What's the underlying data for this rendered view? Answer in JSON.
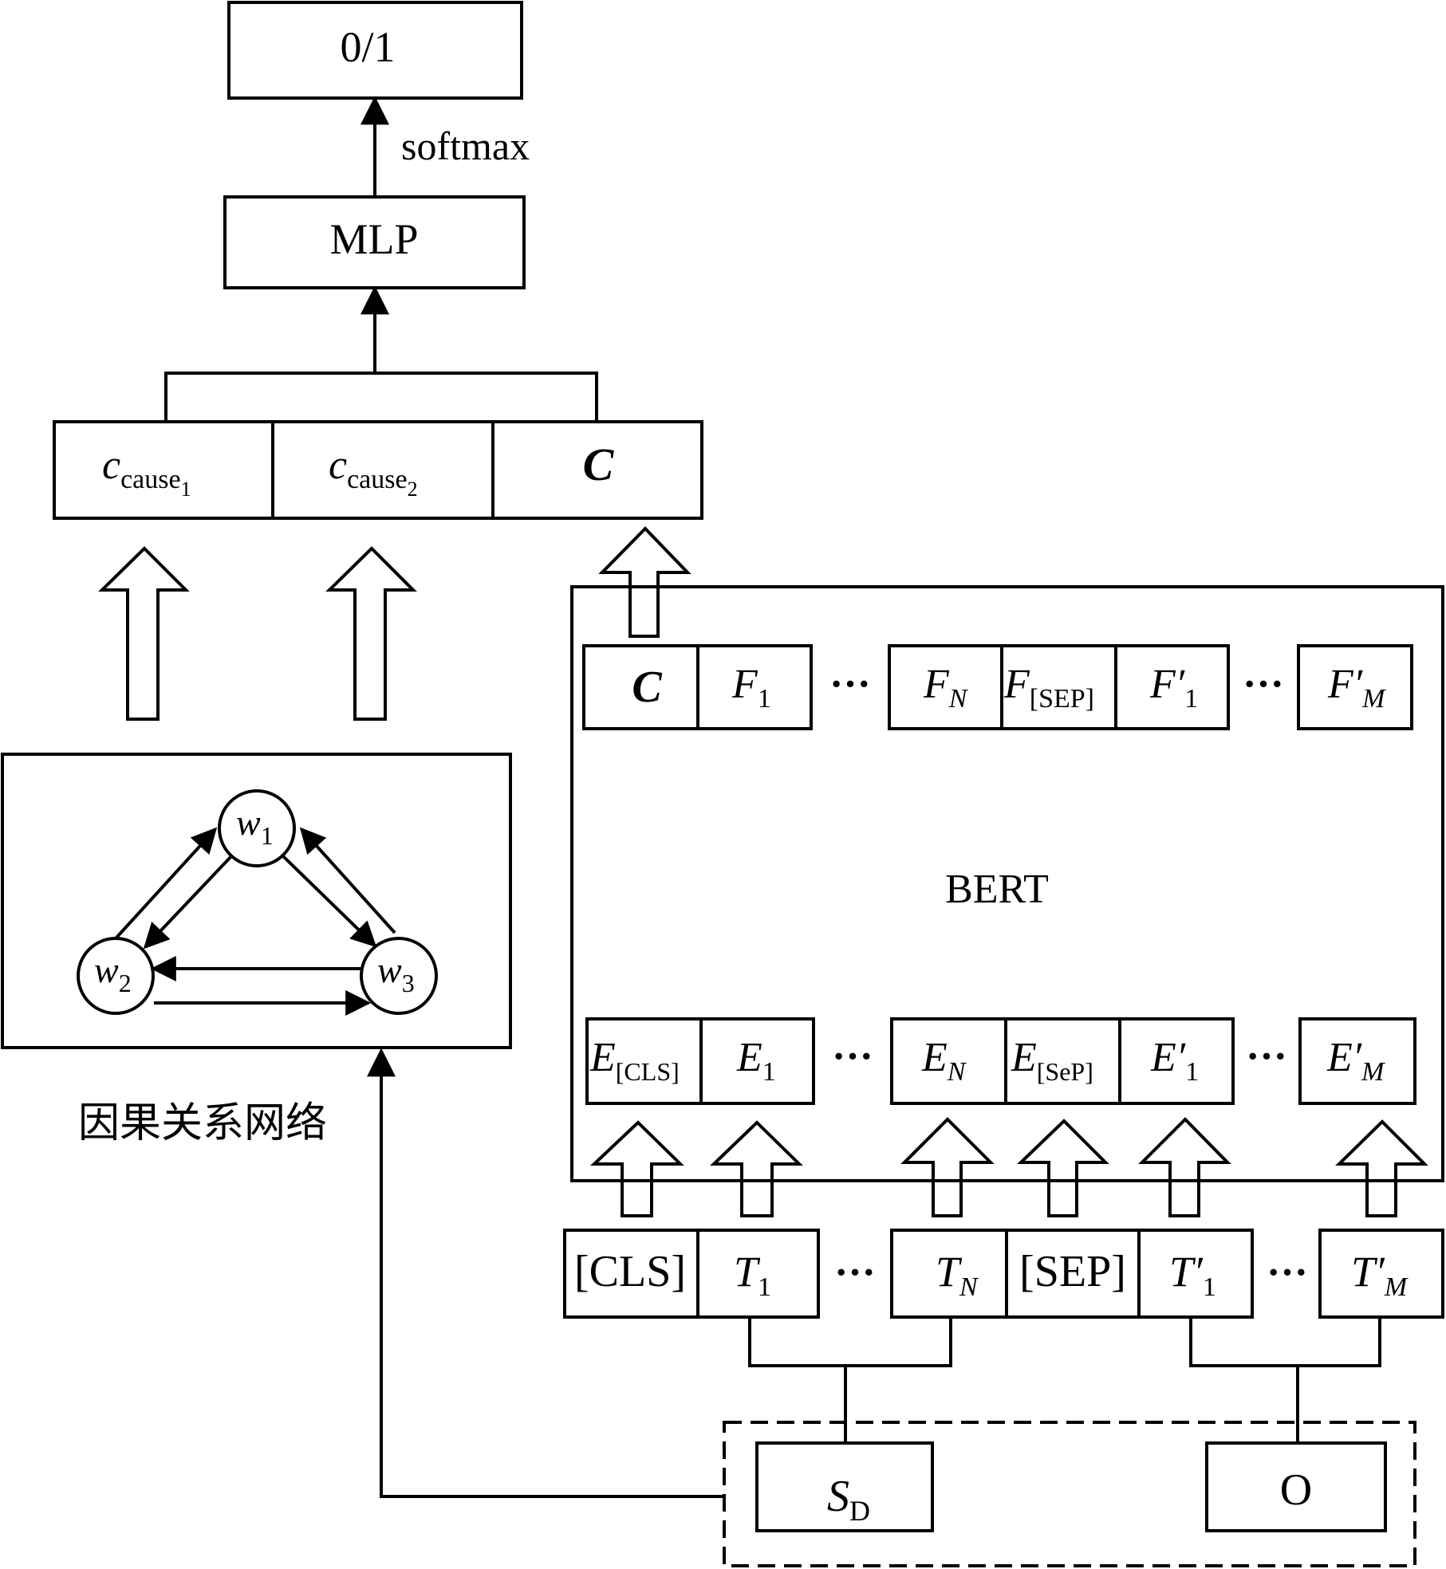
{
  "output": {
    "label": "0/1"
  },
  "softmax_label": "softmax",
  "mlp": {
    "label": "MLP"
  },
  "concat": {
    "cause1": {
      "base": "c",
      "sub": "cause",
      "subsub": "1"
    },
    "cause2": {
      "base": "c",
      "sub": "cause",
      "subsub": "2"
    },
    "c": "C"
  },
  "network": {
    "caption": "因果关系网络",
    "nodes": [
      {
        "base": "w",
        "sub": "1"
      },
      {
        "base": "w",
        "sub": "2"
      },
      {
        "base": "w",
        "sub": "3"
      }
    ]
  },
  "bert": {
    "label": "BERT",
    "f_row": {
      "c": "C",
      "f1": {
        "base": "F",
        "sub": "1"
      },
      "fn": {
        "base": "F",
        "sub": "N"
      },
      "fsep": {
        "base": "F",
        "sub": "[SEP]"
      },
      "f1p": {
        "base": "F′",
        "sub": "1"
      },
      "fmp": {
        "base": "F′",
        "sub": "M"
      }
    },
    "e_row": {
      "ecls": {
        "base": "E",
        "sub": "[CLS]"
      },
      "e1": {
        "base": "E",
        "sub": "1"
      },
      "en": {
        "base": "E",
        "sub": "N"
      },
      "esep": {
        "base": "E",
        "sub": "[SeP]"
      },
      "e1p": {
        "base": "E′",
        "sub": "1"
      },
      "emp": {
        "base": "E′",
        "sub": "M"
      }
    }
  },
  "tokens": {
    "cls": "[CLS]",
    "t1": {
      "base": "T",
      "sub": "1"
    },
    "tn": {
      "base": "T",
      "sub": "N"
    },
    "sep": "[SEP]",
    "t1p": {
      "base": "T′",
      "sub": "1"
    },
    "tmp": {
      "base": "T′",
      "sub": "M"
    }
  },
  "ellipsis": "···",
  "inputs": {
    "sd": {
      "base": "S",
      "sub": "D"
    },
    "o": "O"
  }
}
